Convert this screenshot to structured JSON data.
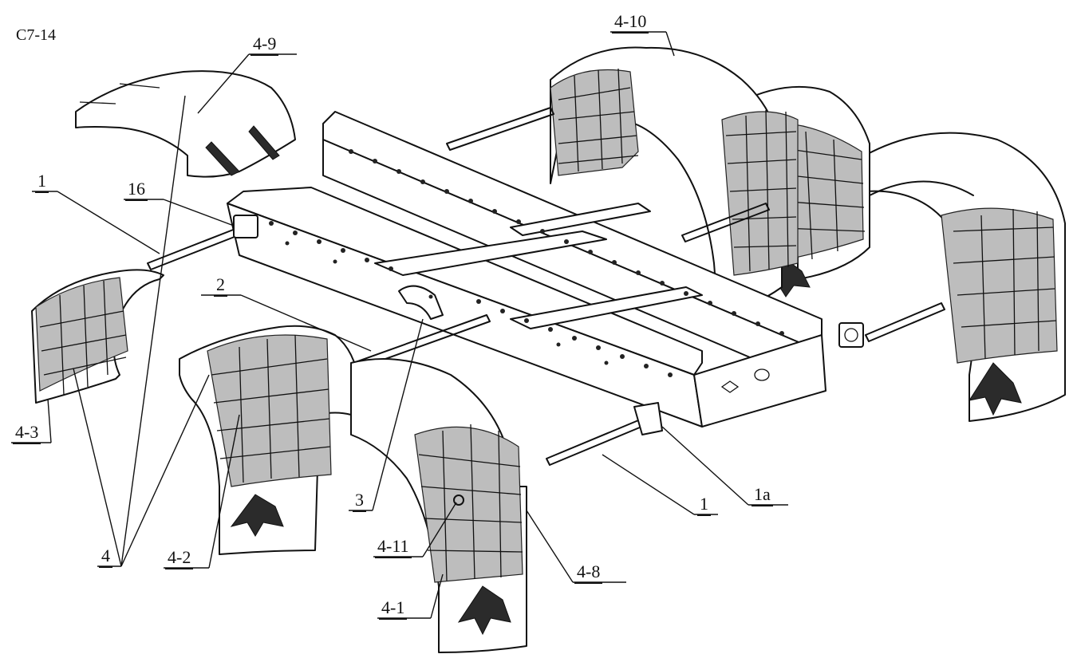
{
  "figure": {
    "code": "C7-14"
  },
  "labels": {
    "part_4_9": "4-9",
    "part_4_10": "4-10",
    "part_1_left": "1",
    "part_16": "16",
    "part_2": "2",
    "part_4_3": "4-3",
    "part_4": "4",
    "part_4_2": "4-2",
    "part_3": "3",
    "part_4_11": "4-11",
    "part_4_1": "4-1",
    "part_4_8": "4-8",
    "part_1_right": "1",
    "part_1a": "1a"
  }
}
